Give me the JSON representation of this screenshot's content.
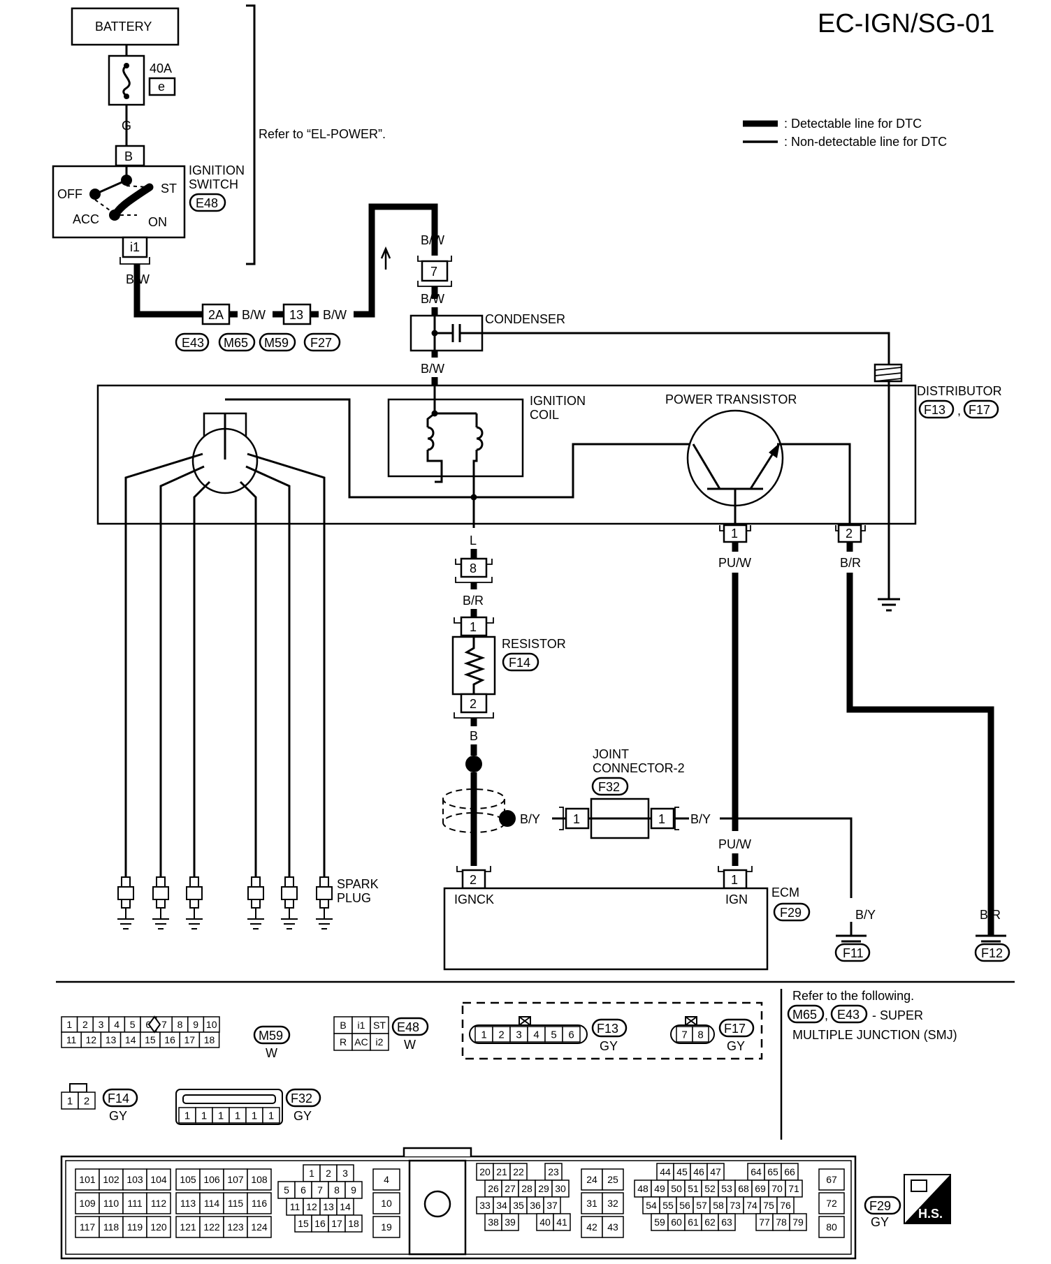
{
  "page_id": "EC-IGN/SG-01",
  "legend": {
    "detectable": ": Detectable line for DTC",
    "non_detectable": ": Non-detectable line for DTC"
  },
  "components": {
    "battery": "BATTERY",
    "fuse_rating": "40A",
    "fuse_id": "e",
    "refer_power": "Refer to “EL-POWER”.",
    "ignition_switch_1": "IGNITION",
    "ignition_switch_2": "SWITCH",
    "ignition_switch_conn": "E48",
    "switch_off": "OFF",
    "switch_acc": "ACC",
    "switch_st": "ST",
    "switch_on": "ON",
    "condenser": "CONDENSER",
    "distributor": "DISTRIBUTOR",
    "distributor_conn_1": "F13",
    "distributor_conn_2": "F17",
    "ignition_coil_1": "IGNITION",
    "ignition_coil_2": "COIL",
    "power_transistor": "POWER TRANSISTOR",
    "resistor": "RESISTOR",
    "resistor_conn": "F14",
    "joint_connector_1": "JOINT",
    "joint_connector_2": "CONNECTOR-2",
    "joint_connector_conn": "F32",
    "spark_plug_1": "SPARK",
    "spark_plug_2": "PLUG",
    "ecm": "ECM",
    "ecm_conn": "F29",
    "ecm_ignck": "IGNCK",
    "ecm_ign": "IGN",
    "ground_f11": "F11",
    "ground_f12": "F12"
  },
  "wires": {
    "g": "G",
    "bw": "B/W",
    "l": "L",
    "br": "B/R",
    "b": "B",
    "by": "B/Y",
    "puw": "PU/W"
  },
  "pins": {
    "b": "B",
    "i1": "i1",
    "p2a": "2A",
    "p13": "13",
    "p7": "7",
    "p8": "8",
    "p1": "1",
    "p2": "2"
  },
  "connector_ids": {
    "e43": "E43",
    "m65": "M65",
    "m59": "M59",
    "f27": "F27"
  },
  "connector_views": {
    "m59": {
      "id": "M59",
      "color": "W",
      "row1": [
        "1",
        "2",
        "3",
        "4",
        "5",
        "6",
        "7",
        "8",
        "9",
        "10"
      ],
      "row2": [
        "11",
        "12",
        "13",
        "14",
        "15",
        "16",
        "17",
        "18"
      ]
    },
    "e48": {
      "id": "E48",
      "color": "W",
      "row1": [
        "B",
        "i1",
        "ST"
      ],
      "row2": [
        "R",
        "AC",
        "i2"
      ]
    },
    "f13": {
      "id": "F13",
      "color": "GY",
      "pins": [
        "1",
        "2",
        "3",
        "4",
        "5",
        "6"
      ]
    },
    "f17": {
      "id": "F17",
      "color": "GY",
      "pins": [
        "7",
        "8"
      ]
    },
    "f14": {
      "id": "F14",
      "color": "GY",
      "pins": [
        "1",
        "2"
      ]
    },
    "f32": {
      "id": "F32",
      "color": "GY",
      "pins": [
        "1",
        "1",
        "1",
        "1",
        "1",
        "1"
      ]
    },
    "f29": {
      "id": "F29",
      "color": "GY",
      "groups": [
        {
          "rows": [
            [
              "101",
              "102",
              "103",
              "104"
            ],
            [
              "109",
              "110",
              "111",
              "112"
            ],
            [
              "117",
              "118",
              "119",
              "120"
            ]
          ]
        },
        {
          "rows": [
            [
              "105",
              "106",
              "107",
              "108"
            ],
            [
              "113",
              "114",
              "115",
              "116"
            ],
            [
              "121",
              "122",
              "123",
              "124"
            ]
          ]
        },
        {
          "rows": [
            [
              "1",
              "2",
              "3"
            ],
            [
              "5",
              "6",
              "7",
              "8",
              "9"
            ],
            [
              "11",
              "12",
              "13",
              "14"
            ],
            [
              "15",
              "16",
              "17",
              "18"
            ]
          ]
        },
        {
          "rows": [
            [
              "4"
            ],
            [
              "10"
            ],
            [
              "19"
            ]
          ]
        },
        {
          "rows": [
            [
              "20",
              "21",
              "22",
              "23"
            ],
            [
              "26",
              "27",
              "28",
              "29",
              "30"
            ],
            [
              "33",
              "34",
              "35",
              "36",
              "37"
            ],
            [
              "38",
              "39",
              "40",
              "41"
            ]
          ]
        },
        {
          "rows": [
            [
              "24",
              "25"
            ],
            [
              "31",
              "32"
            ],
            [
              "42",
              "43"
            ]
          ]
        },
        {
          "rows": [
            [
              "44",
              "45",
              "46",
              "47",
              "64",
              "65",
              "66"
            ],
            [
              "48",
              "49",
              "50",
              "51",
              "52",
              "53",
              "68",
              "69",
              "70",
              "71"
            ],
            [
              "54",
              "55",
              "56",
              "57",
              "58",
              "73",
              "74",
              "75",
              "76"
            ],
            [
              "59",
              "60",
              "61",
              "62",
              "63",
              "77",
              "78",
              "79"
            ]
          ]
        },
        {
          "rows": [
            [
              "67"
            ],
            [
              "72"
            ],
            [
              "80"
            ]
          ]
        }
      ]
    }
  },
  "refer_note": {
    "line1": "Refer to the following.",
    "id1": "M65",
    "id2": "E43",
    "suffix": "- SUPER",
    "line2": "MULTIPLE JUNCTION (SMJ)"
  },
  "badge": "H.S."
}
